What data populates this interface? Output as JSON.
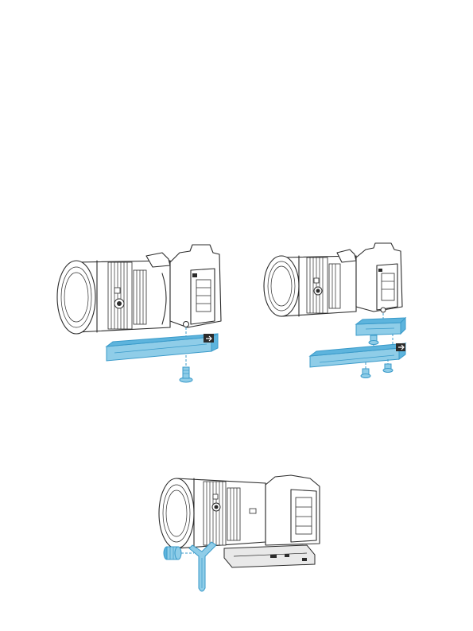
{
  "colors": {
    "plate_blue": "#8fcde8",
    "plate_stroke": "#3a9ac9",
    "line": "#2b2b2b",
    "background": "#ffffff"
  },
  "icons": {
    "mount_direction_badge": "arrow-right-icon",
    "clamp_direction_badge": "arrow-right-icon"
  },
  "figures": [
    {
      "id": "step-1",
      "parts": [
        "camera",
        "long-plate",
        "screw"
      ]
    },
    {
      "id": "step-2",
      "parts": [
        "camera",
        "quick-release-block",
        "screws",
        "long-plate"
      ]
    },
    {
      "id": "step-3",
      "parts": [
        "camera",
        "l-bracket",
        "knob",
        "hex-wrench"
      ]
    }
  ]
}
